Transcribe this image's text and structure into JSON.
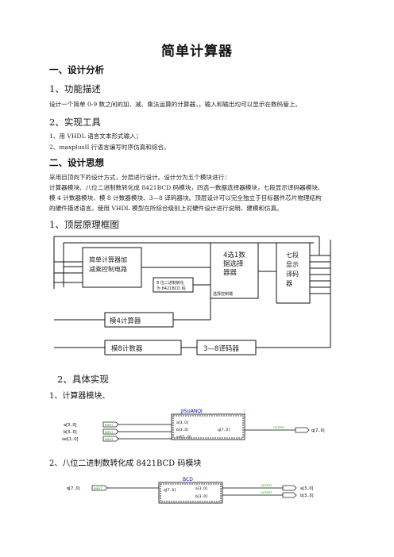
{
  "doc": {
    "title": "简单计算器",
    "s1": "一、设计分析",
    "s1_1": "1、功能描述",
    "s1_1_text": "设计一个简单 0-9 数之间的加、减、乘法运算的计算器，，输入和输出均可以显示在数码管上。",
    "s1_2": "2、实现工具",
    "s1_2_l1": "1、用 VHDL  语言文本形式输入；",
    "s1_2_l2": "2、maxplusII 行语言编写时序仿真和综合。",
    "s2": "二、设计思想",
    "s2_l1": "采用自顶向下的设计方式，分层进行设计。设计分为五个模块进行：",
    "s2_l2": "计算器模块、八位二进制数转化成 8421BCD 码模块，四选一数据选择器模块，七段显示译码器模块、",
    "s2_l3": "模 4 计数器模块、模 8 计数器模块、3—8 译码器块。顶层设计可以完全独立于目标器件芯片物理结构",
    "s2_l4": "的硬件描述语言。使用 VHDL 模型在所综合级别上对硬件设计进行说明、建模和仿真。",
    "s2_1": "1、顶层原理框图",
    "s2_2": "2、具体实现",
    "s2_2_1": "1、计算器模块、",
    "s2_2_2": "2、八位二进制数转化成 8421BCD 码模块"
  },
  "block_diagram": {
    "calc": "简单计算器加\n减乘控制电路",
    "conv": "8 位二进制转化\n为 8421BCD 码",
    "mux": "4选1数\n据选择\n器器",
    "sel_ctrl": "选择控制端",
    "seg": "七段\n显示\n译码\n器",
    "mod4": "模4计算器",
    "mod8": "模8计数器",
    "dec38": "3—8译码器"
  },
  "schem1": {
    "title": "JISUANQI",
    "in_a": "a[3..0]",
    "in_b": "b[3..0]",
    "in_sel": "sel[1..0]",
    "in_tag": "INPUT",
    "out_q": "q[7..0]",
    "out_tag": "OUTPUT",
    "port_a": "a[3..0]",
    "port_b": "b[3..0]",
    "port_sel": "sel[1..0]",
    "port_q": "q[7..0]"
  },
  "schem2": {
    "title": "BCD",
    "in_q": "q[7..0]",
    "in_tag": "INPUT",
    "out_a": "a[3..0]",
    "out_b": "b[3..0]",
    "out_tag": "OUTPUT",
    "port_q": "q[7..0]",
    "port_a": "a[3..0]",
    "port_b": "b[3..0]"
  }
}
